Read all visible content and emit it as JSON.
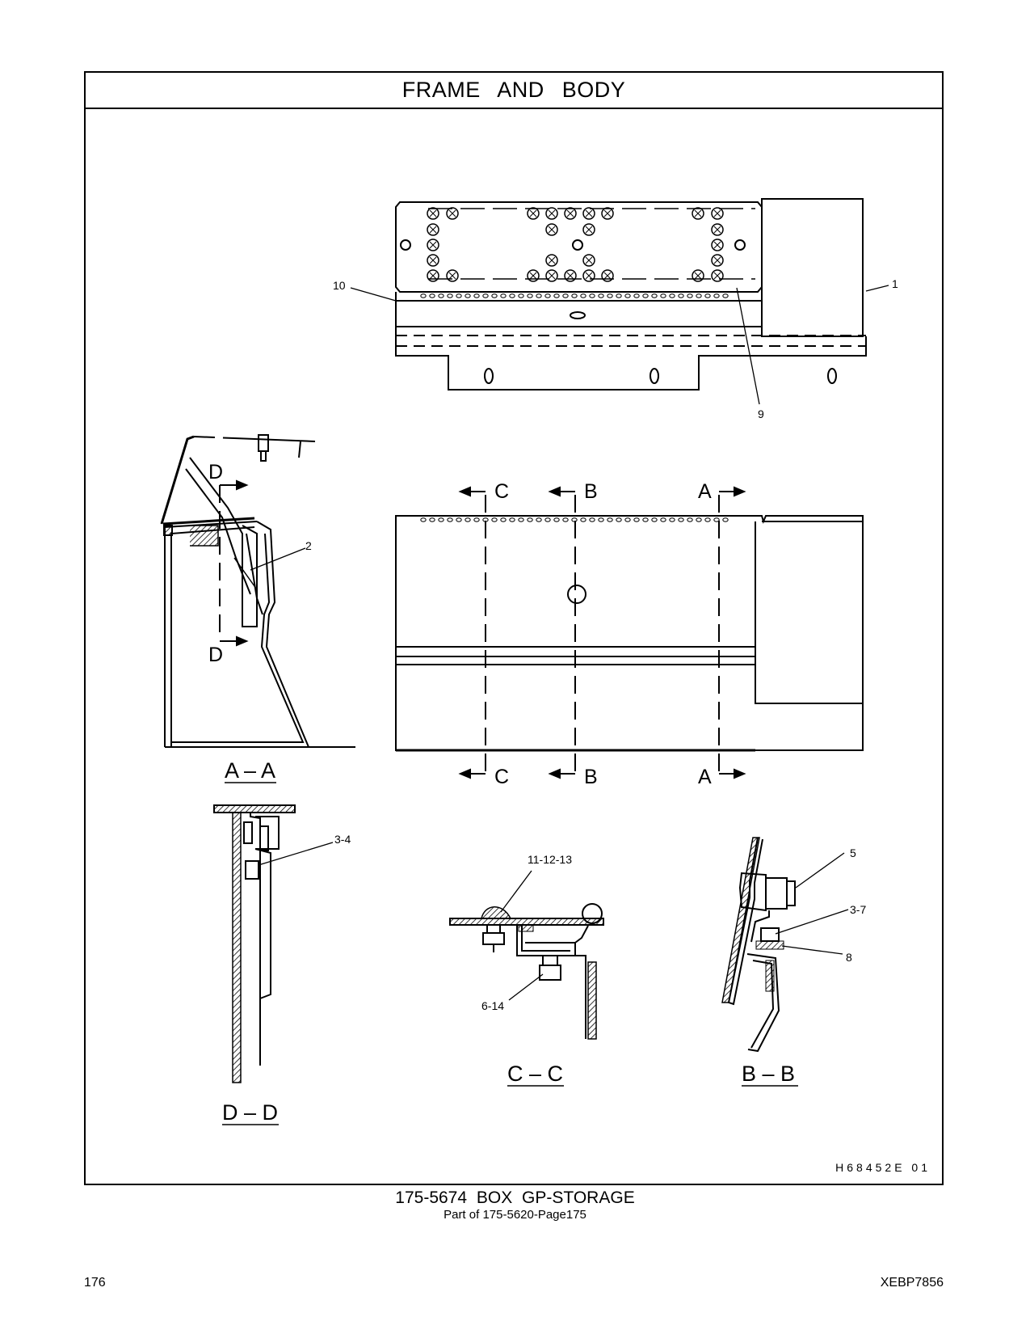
{
  "header": {
    "title": "FRAME   AND   BODY"
  },
  "callouts": {
    "c1": "1",
    "c2": "2",
    "c3_4": "3-4",
    "c3_7": "3-7",
    "c5": "5",
    "c6_14": "6-14",
    "c8": "8",
    "c9": "9",
    "c10": "10",
    "c11_12_13": "11-12-13"
  },
  "sections": {
    "a_label": "A",
    "b_label": "B",
    "c_label": "C",
    "d_label": "D",
    "aa_title": "A – A",
    "bb_title": "B – B",
    "cc_title": "C – C",
    "dd_title": "D – D"
  },
  "drawing_id": "H68452E   01",
  "footer": {
    "title": "175-5674   BOX  GP-STORAGE",
    "subtitle": "Part of 175-5620-Page175",
    "page_number": "176",
    "doc_code": "XEBP7856"
  }
}
